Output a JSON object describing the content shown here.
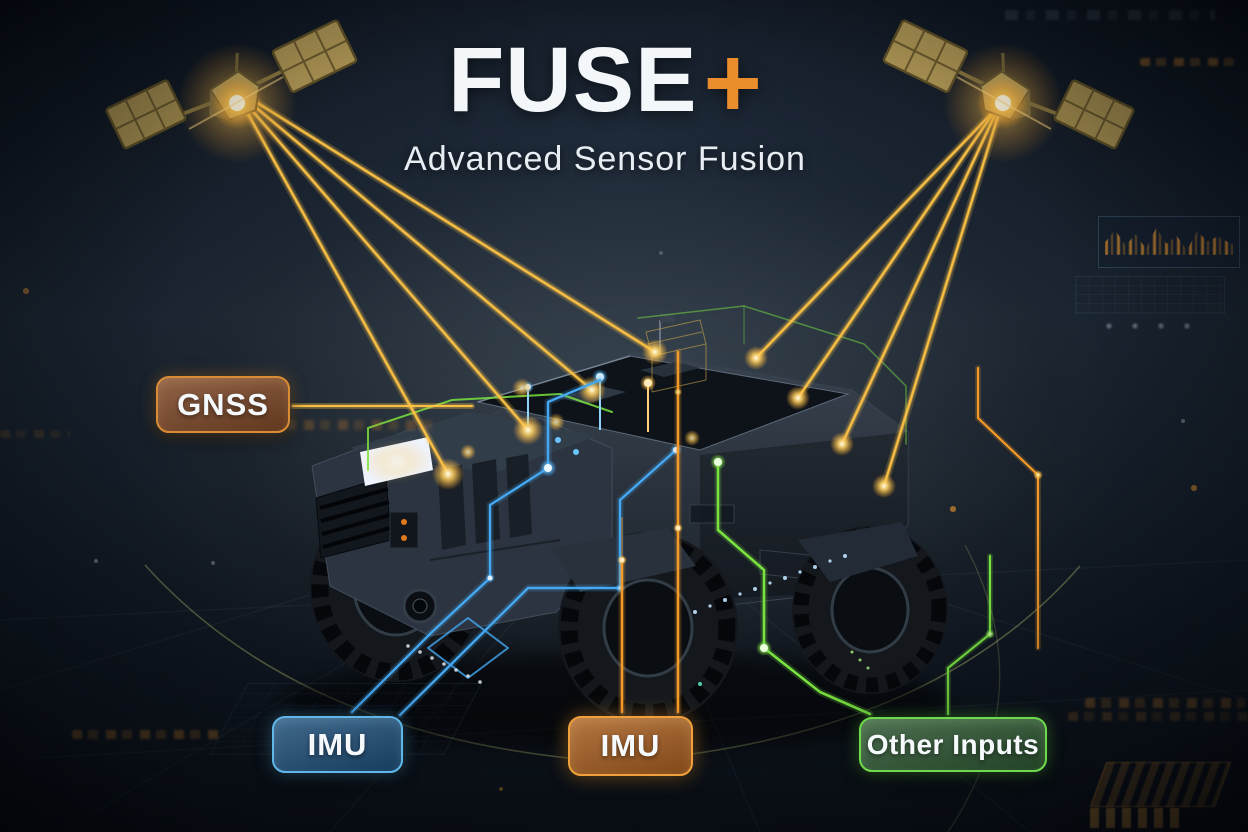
{
  "header": {
    "title_main": "FUSE",
    "title_plus": "+",
    "subtitle": "Advanced Sensor Fusion"
  },
  "labels": {
    "gnss": {
      "text": "GNSS"
    },
    "imu_left": {
      "text": "IMU"
    },
    "imu_center": {
      "text": "IMU"
    },
    "other_inputs": {
      "text": "Other Inputs"
    }
  },
  "icons": {
    "satellite_left": "satellite-icon",
    "satellite_right": "satellite-icon",
    "rover": "autonomous-rover-illustration"
  },
  "colors": {
    "accent_orange": "#ea8d2c",
    "beam_yellow": "#ffc445",
    "trace_blue": "#45a8f2",
    "trace_green": "#79e23f",
    "trace_orange": "#f49a28",
    "gnss_fill": "#7c4626",
    "gnss_border": "#da8c35",
    "imu_left_fill": "#1d4d77",
    "imu_left_border": "#5fb7e8",
    "imu_center_fill": "#a55c1e",
    "imu_center_border": "#f0a03a",
    "other_inputs_fill": "#2c5431",
    "other_inputs_border": "#6ed94a",
    "title_white": "#f4f7fa",
    "background_navy": "#101a26"
  }
}
